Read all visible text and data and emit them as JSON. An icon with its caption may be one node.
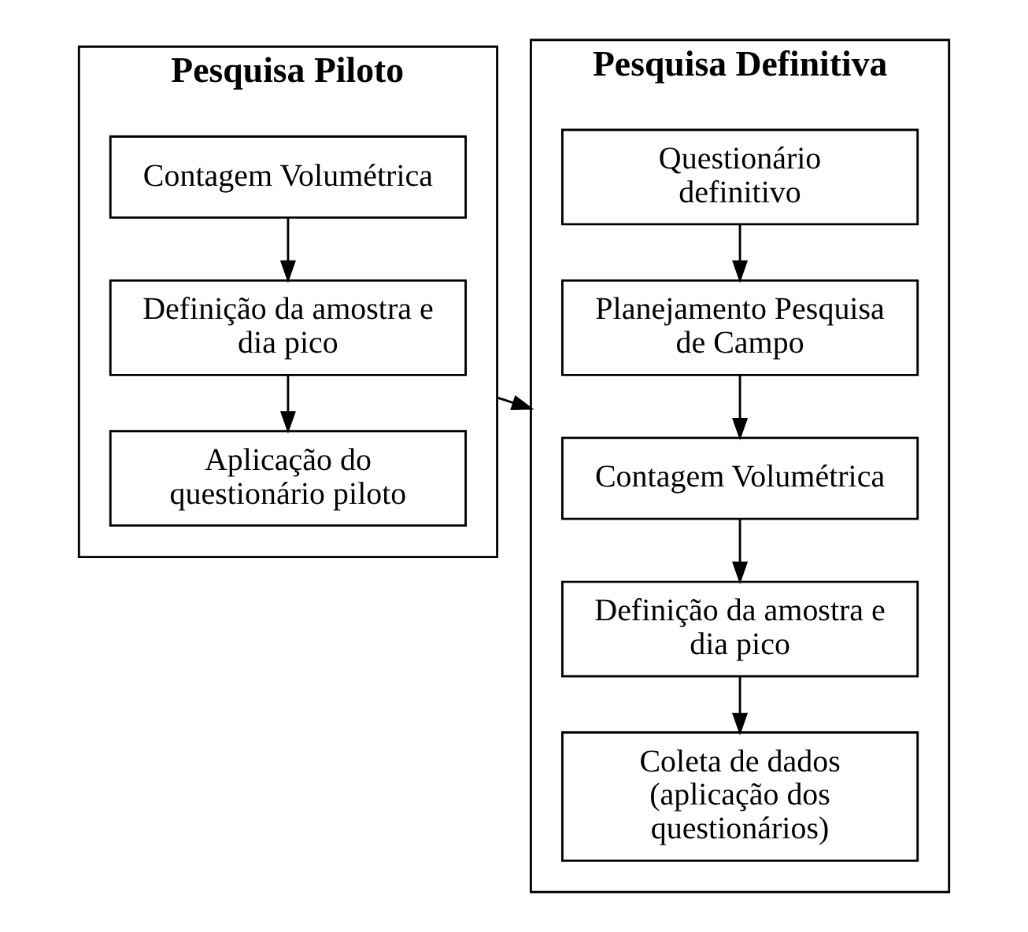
{
  "diagram": {
    "nodes": [
      {
        "text": [
          "Pesquisa Piloto"
        ]
      },
      {
        "text": [
          "Contagem Volumétrica"
        ],
        "in": 0
      },
      {
        "text": [
          "Definição da amostra e dia pico"
        ],
        "in": 0
      },
      {
        "text": [
          "Aplicação do questionário piloto"
        ],
        "in": 0
      },
      {
        "text": [
          "Pesquisa Definitiva"
        ]
      },
      {
        "text": [
          "Questionário definitivo"
        ],
        "in": 4
      },
      {
        "text": [
          "Planejamento Pesquisa de Campo"
        ],
        "in": 4
      },
      {
        "text": [
          "Contagem Volumétrica"
        ],
        "in": 4
      },
      {
        "text": [
          "Definição da amostra e dia pico"
        ],
        "in": 4
      },
      {
        "text": [
          "Coleta de dados (aplicação dos questionários)"
        ],
        "in": 4
      }
    ],
    "edges": [
      {
        "from": 1,
        "to": 2,
        "arrow": "to"
      },
      {
        "from": 2,
        "to": 3,
        "arrow": "to"
      },
      {
        "from": 0,
        "to": 4,
        "arrow": "to"
      },
      {
        "from": 5,
        "to": 6,
        "arrow": "to"
      },
      {
        "from": 6,
        "to": 7,
        "arrow": "to"
      },
      {
        "from": 7,
        "to": 8,
        "arrow": "to"
      },
      {
        "from": 8,
        "to": 9,
        "arrow": "to"
      }
    ]
  }
}
